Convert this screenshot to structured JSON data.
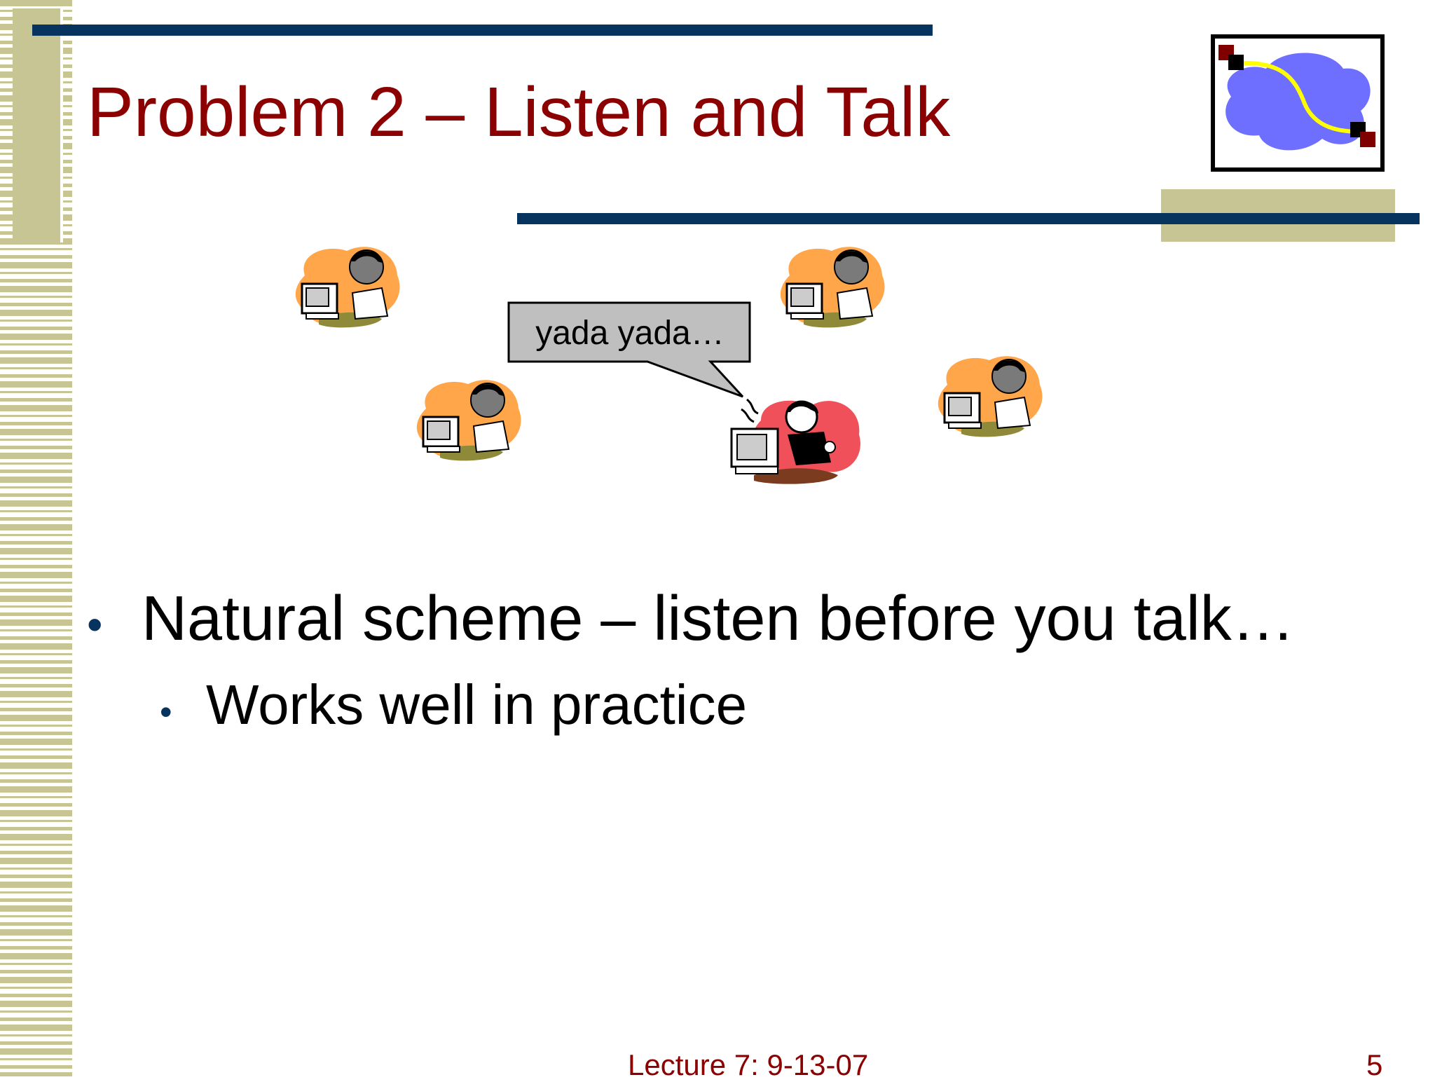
{
  "slide": {
    "title": "Problem 2 – Listen and Talk",
    "speech_bubble": "yada yada…",
    "bullets": [
      {
        "text": "Natural scheme – listen before you talk…",
        "marker": "•"
      },
      {
        "text": "Works well in practice",
        "marker": "•"
      }
    ],
    "footer": "Lecture 7: 9-13-07",
    "page_number": "5"
  },
  "icons": {
    "logo": "network-cloud-logo-icon",
    "listeners": "person-at-computer-icon",
    "talker": "shouting-person-at-computer-icon"
  },
  "colors": {
    "title": "#8b0000",
    "rule": "#07345e",
    "tan": "#c7c594",
    "cloud": "#6e6eff",
    "person_bg": "#ffa54a",
    "talker_bg": "#f0505a"
  }
}
